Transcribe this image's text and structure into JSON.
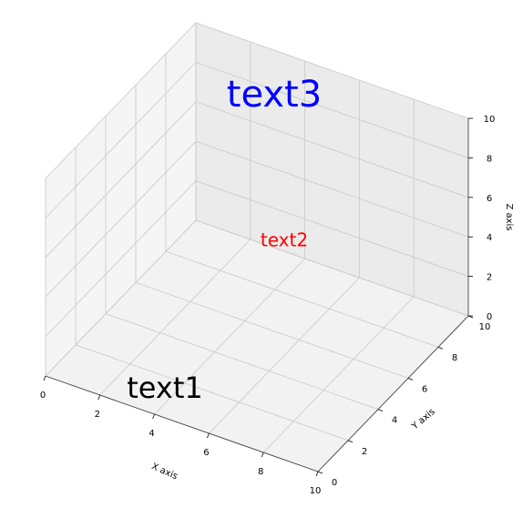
{
  "chart_data": {
    "type": "scatter",
    "projection": "3d",
    "title": "",
    "xlabel": "X axis",
    "ylabel": "Y axis",
    "zlabel": "Z axis",
    "xlim": [
      0,
      10
    ],
    "ylim": [
      0,
      10
    ],
    "zlim": [
      0,
      10
    ],
    "xticks": [
      0,
      2,
      4,
      6,
      8,
      10
    ],
    "yticks": [
      0,
      2,
      4,
      6,
      8,
      10
    ],
    "zticks": [
      0,
      2,
      4,
      6,
      8,
      10
    ],
    "grid": true,
    "annotations": [
      {
        "text": "text1",
        "color": "#000000",
        "size": "large"
      },
      {
        "text": "text2",
        "color": "#ff0000",
        "size": "medium"
      },
      {
        "text": "text3",
        "color": "#0000ff",
        "size": "x-large"
      }
    ]
  }
}
